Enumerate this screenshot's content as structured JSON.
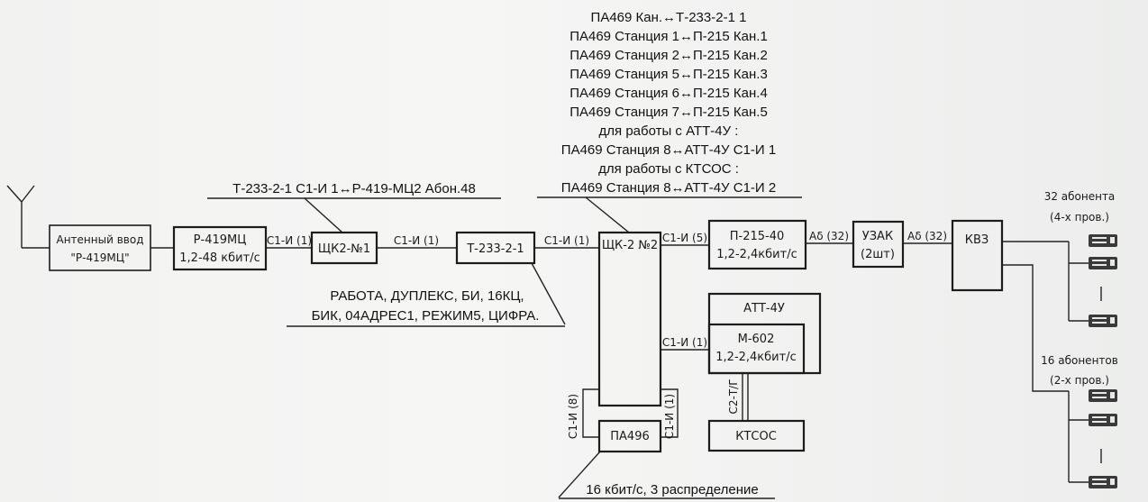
{
  "top_note": [
    "ПА469 Кан.↔Т-233-2-1 1",
    "ПА469 Станция 1↔П-215 Кан.1",
    "ПА469 Станция 2↔П-215 Кан.2",
    "ПА469 Станция 5↔П-215 Кан.3",
    "ПА469 Станция 6↔П-215 Кан.4",
    "ПА469 Станция 7↔П-215 Кан.5",
    "для работы с АТТ-4У :",
    "ПА469 Станция 8↔АТТ-4У С1-И 1",
    "для работы с КТСОС :",
    "ПА469 Станция 8↔АТТ-4У С1-И 2"
  ],
  "link_note": "Т-233-2-1 С1-И 1↔Р-419-МЦ2 Абон.48",
  "mode_note": [
    "РАБОТА, ДУПЛЕКС, БИ, 16КЦ,",
    "БИК,  04АДРЕС1, РЕЖИМ5, ЦИФРА."
  ],
  "bottom_note": "16 кбит/с, 3 распределение",
  "blocks": {
    "antenna_input": [
      "Антенный ввод",
      "\"Р-419МЦ\""
    ],
    "r419mc": [
      "Р-419МЦ",
      "1,2-48 кбит/с"
    ],
    "shk2_1": "ЩК2-№1",
    "t233": "Т-233-2-1",
    "shk2_2": "ЩК-2 №2",
    "p215": [
      "П-215-40",
      "1,2-2,4кбит/с"
    ],
    "uzak": [
      "УЗАК",
      "(2шт)"
    ],
    "kvz": "КВЗ",
    "att4u": "АТТ-4У",
    "m602": [
      "М-602",
      "1,2-2,4кбит/с"
    ],
    "ktsos": "КТСОС",
    "pa496": "ПА496"
  },
  "links": {
    "c1i_1": "С1-И (1)",
    "c1i_5": "С1-И (5)",
    "ad_32": "Аδ (32)",
    "c1i_8": "С1-И (8)",
    "c2tg": "С2-Т/Г"
  },
  "subscribers": {
    "group_a": [
      "32 абонента",
      "(4-х пров.)"
    ],
    "group_b": [
      "16 абонентов",
      "(2-х пров.)"
    ]
  }
}
